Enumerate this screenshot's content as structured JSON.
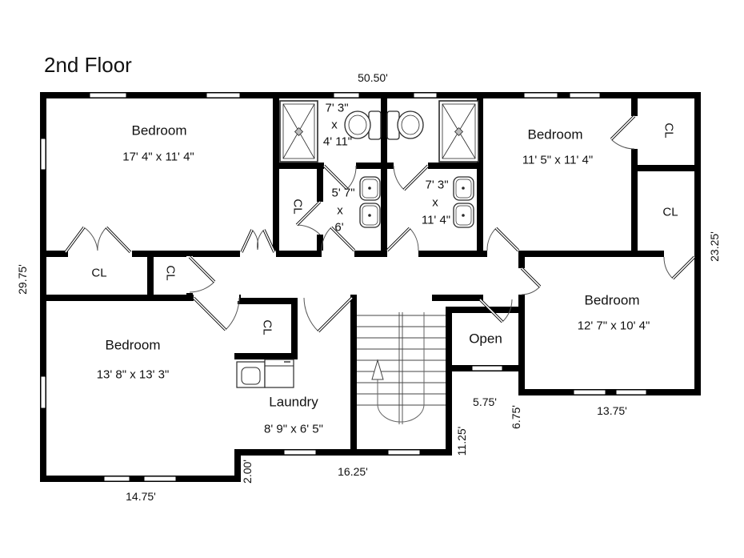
{
  "title": "2nd Floor",
  "rooms": {
    "bedroom_top_left": {
      "name": "Bedroom",
      "dims": "17' 4\" x 11' 4\""
    },
    "bedroom_top_right": {
      "name": "Bedroom",
      "dims": "11' 5\" x 11' 4\""
    },
    "bedroom_bottom_left": {
      "name": "Bedroom",
      "dims": "13' 8\" x 13' 3\""
    },
    "bedroom_bottom_right": {
      "name": "Bedroom",
      "dims": "12' 7\" x 10' 4\""
    },
    "laundry": {
      "name": "Laundry",
      "dims": "8' 9\" x 6' 5\""
    },
    "open": {
      "name": "Open"
    }
  },
  "bathrooms": {
    "upper_left": {
      "line1": "7' 3\"",
      "line2": "x",
      "line3": "4' 11\""
    },
    "lower_left": {
      "line1": "5' 7\"",
      "line2": "x",
      "line3": "6'"
    },
    "right": {
      "line1": "7' 3\"",
      "line2": "x",
      "line3": "11' 4\""
    }
  },
  "closets": {
    "left_hall": "CL",
    "left_hall_small": "CL",
    "laundry_closet": "CL",
    "bath_closet": "CL",
    "top_right": "CL",
    "mid_right": "CL"
  },
  "dimensions": {
    "top": "50.50'",
    "left": "29.75'",
    "right": "23.25'",
    "bottom_left": "14.75'",
    "notch": "2.00'",
    "bottom_middle": "16.25'",
    "stair_side": "11.25'",
    "open_width": "5.75'",
    "open_side": "6.75'",
    "bottom_right": "13.75'"
  },
  "colors": {
    "wall": "#000000",
    "text": "#111111",
    "door_arc": "#555555"
  }
}
